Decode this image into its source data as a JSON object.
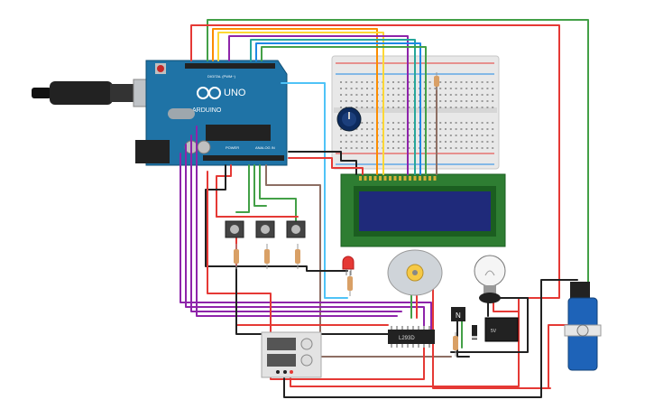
{
  "arduino": {
    "brand": "ARDUINO",
    "model": "UNO",
    "digital_header_label": "DIGITAL (PWM~)",
    "power_label": "POWER",
    "analog_label": "ANALOG IN",
    "board_color": "#1d6f9c"
  },
  "lcd": {
    "screen_color": "#1a237e",
    "body_color": "#2e7d32"
  },
  "motor_driver": {
    "label": "L293D"
  },
  "relay": {
    "label": "5V"
  },
  "transistor": {
    "label": "N"
  },
  "wire_colors": {
    "red": "#e53935",
    "black": "#212121",
    "green": "#43a047",
    "purple": "#8e24aa",
    "orange": "#fb8c00",
    "yellow": "#fdd835",
    "blue": "#1e88e5",
    "brown": "#8d6e63",
    "teal": "#26a69a",
    "lightblue": "#4fc3f7"
  }
}
